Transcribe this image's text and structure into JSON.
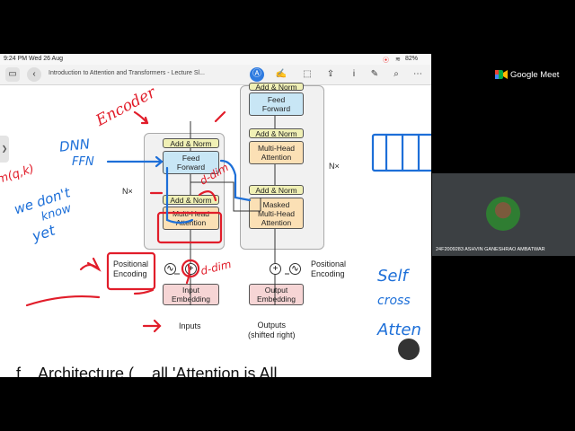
{
  "status": {
    "time": "9:24 PM",
    "date": "Wed 26 Aug",
    "battery": "82%"
  },
  "toolbar": {
    "doc_title": "Introduction to Attention and Transformers - Lecture Sl..."
  },
  "diagram": {
    "encoder": {
      "add_norm_top": "Add & Norm",
      "feed_forward": "Feed\nForward",
      "add_norm_bottom": "Add & Norm",
      "multi_head": "Multi-Head\nAttention",
      "nx": "N×",
      "positional": "Positional\nEncoding",
      "embedding": "Input\nEmbedding",
      "input": "Inputs"
    },
    "decoder": {
      "add_norm_top": "Add & Norm",
      "feed_forward": "Feed\nForward",
      "add_norm_mid": "Add & Norm",
      "multi_head": "Multi-Head\nAttention",
      "add_norm_bottom": "Add & Norm",
      "masked": "Masked\nMulti-Head\nAttention",
      "nx": "N×",
      "positional": "Positional\nEncoding",
      "embedding": "Output\nEmbedding",
      "output": "Outputs\n(shifted right)"
    }
  },
  "annotations": {
    "encoder_word": "Encoder",
    "dnn": "DNN",
    "ffn": "FFN",
    "qkv": "m(q,k)",
    "we_dont_know_yet": [
      "we don't",
      "know",
      "yet"
    ],
    "d_dim_1": "d-dim",
    "d_dim_2": "d-dim",
    "self": "Self",
    "cross": "cross",
    "atten": "Atten",
    "footer_fragment": "f... Architecture (... all 'Attention is All"
  },
  "meet": {
    "app_name": "Google Meet",
    "participant_name": "24F2009283 ASHVIN GANESHRAO AMBATWAR"
  },
  "colors": {
    "red_ink": "#e11d2a",
    "blue_ink": "#1d6fd8",
    "meet_tile": "#3c4043"
  }
}
